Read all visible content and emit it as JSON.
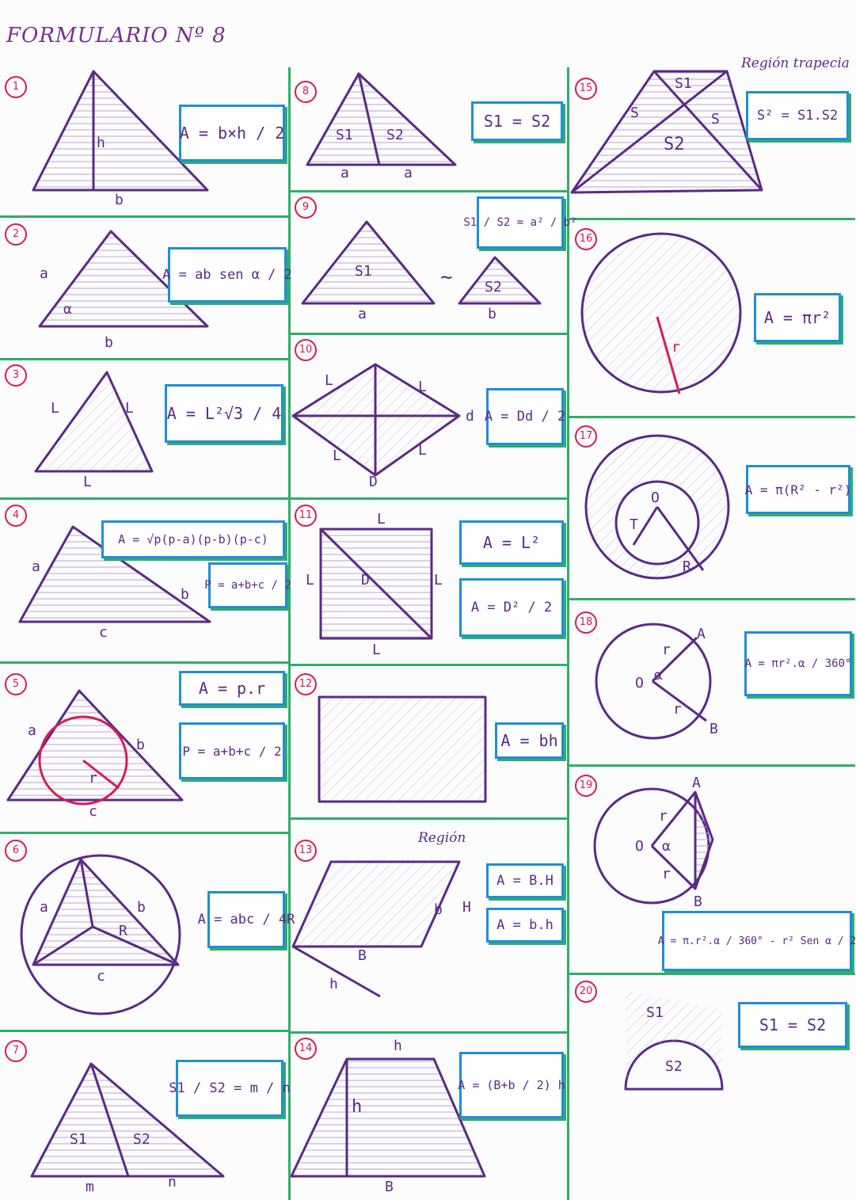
{
  "title": "FORMULARIO Nº 8",
  "colors": {
    "ink": "#5b2a86",
    "accent_red": "#d81b52",
    "box_border": "#1e8fd6",
    "divider": "#2fae6a"
  },
  "items": [
    {
      "num": "1",
      "formula": "A = b×h / 2",
      "labels": [
        "h",
        "b"
      ]
    },
    {
      "num": "2",
      "formula": "A = ab sen α / 2",
      "labels": [
        "a",
        "α",
        "b"
      ]
    },
    {
      "num": "3",
      "formula": "A = L²√3 / 4",
      "labels": [
        "L",
        "L",
        "L"
      ]
    },
    {
      "num": "4",
      "formula": "A = √p(p-a)(p-b)(p-c)",
      "formula2": "P = a+b+c / 2",
      "labels": [
        "a",
        "b",
        "c"
      ]
    },
    {
      "num": "5",
      "formula": "A = p.r",
      "formula2": "P = a+b+c / 2",
      "labels": [
        "a",
        "b",
        "r",
        "c"
      ]
    },
    {
      "num": "6",
      "formula": "A = abc / 4R",
      "labels": [
        "a",
        "b",
        "R",
        "c"
      ]
    },
    {
      "num": "7",
      "formula": "S1 / S2 = m / n",
      "labels": [
        "S1",
        "S2",
        "m",
        "n"
      ]
    },
    {
      "num": "8",
      "formula": "S1 = S2",
      "labels": [
        "S1",
        "S2",
        "a",
        "a"
      ]
    },
    {
      "num": "9",
      "formula": "S1 / S2 = a² / b²",
      "labels": [
        "S1",
        "a",
        "S2",
        "b",
        "~"
      ]
    },
    {
      "num": "10",
      "formula": "A = Dd / 2",
      "labels": [
        "L",
        "L",
        "L",
        "L",
        "d",
        "D"
      ]
    },
    {
      "num": "11",
      "formula": "A = L²",
      "formula2": "A = D² / 2",
      "labels": [
        "L",
        "L",
        "L",
        "L",
        "D"
      ]
    },
    {
      "num": "12",
      "formula": "A = bh",
      "labels": []
    },
    {
      "num": "13",
      "formula": "A = B.H",
      "formula2": "A = b.h",
      "labels": [
        "b",
        "H",
        "B",
        "h"
      ],
      "note": "Región"
    },
    {
      "num": "14",
      "formula": "A = (B+b / 2) h",
      "labels": [
        "h",
        "h",
        "B"
      ]
    },
    {
      "num": "15",
      "formula": "S² = S1.S2",
      "labels": [
        "S1",
        "S",
        "S",
        "S2"
      ],
      "note": "Región trapecia"
    },
    {
      "num": "16",
      "formula": "A = πr²",
      "labels": [
        "r"
      ]
    },
    {
      "num": "17",
      "formula": "A = π(R² - r²)",
      "labels": [
        "O",
        "T",
        "R"
      ]
    },
    {
      "num": "18",
      "formula": "A = πr².α / 360°",
      "labels": [
        "r",
        "O",
        "α",
        "r",
        "A",
        "B"
      ]
    },
    {
      "num": "19",
      "formula": "A = π.r².α / 360° - r² Sen α / 2",
      "labels": [
        "A",
        "r",
        "O",
        "α",
        "r",
        "B"
      ]
    },
    {
      "num": "20",
      "formula": "S1 = S2",
      "labels": [
        "S1",
        "S2"
      ]
    }
  ]
}
